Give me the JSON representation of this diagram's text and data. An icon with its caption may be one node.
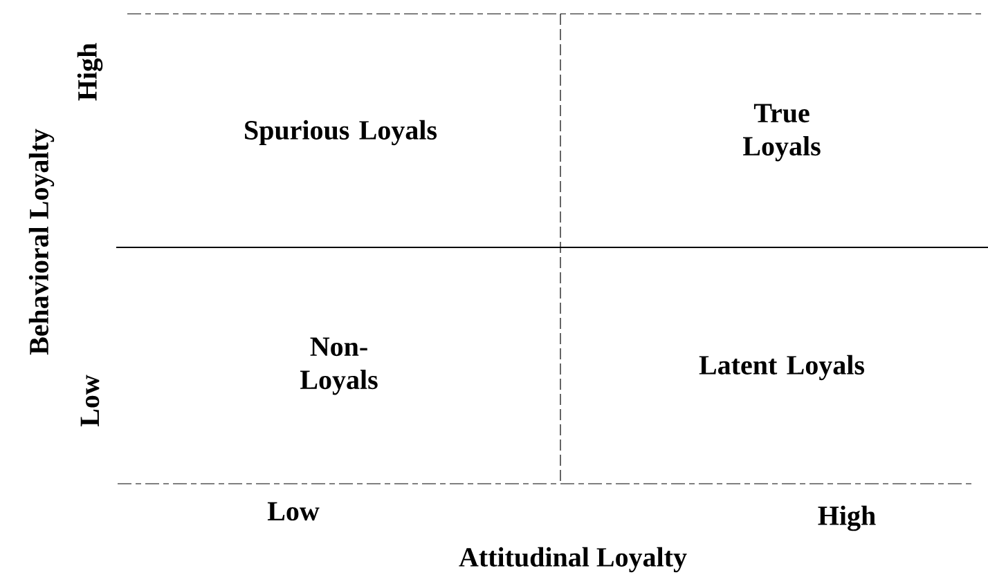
{
  "diagram": {
    "nodes": [
      {
        "text": [
          "Spurious Loyals"
        ]
      },
      {
        "text": [
          "True Loyals"
        ]
      },
      {
        "text": [
          "Non-Loyals"
        ]
      },
      {
        "text": [
          "Latent Loyals"
        ]
      }
    ],
    "labels": [
      "Behavioral Loyalty",
      "High",
      "Low",
      "Low",
      "High",
      "Attitudinal Loyalty"
    ]
  }
}
